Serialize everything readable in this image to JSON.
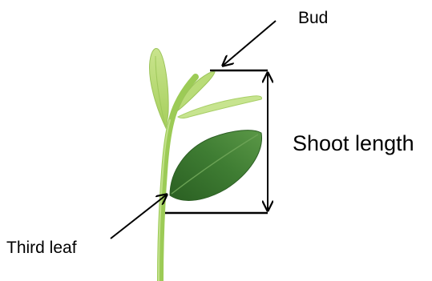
{
  "labels": {
    "bud": "Bud",
    "shoot_length": "Shoot length",
    "third_leaf": "Third leaf"
  },
  "colors": {
    "stem": "#9cc955",
    "young_leaf": "#b2d66a",
    "mature_leaf_dark": "#2f6a26",
    "mature_leaf_light": "#4f8b3c",
    "annotation": "#000000"
  }
}
